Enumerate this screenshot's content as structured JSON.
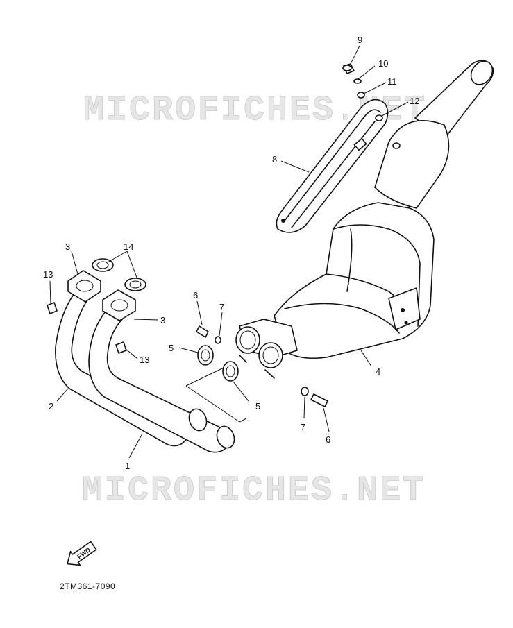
{
  "watermark": {
    "text": "MICROFICHES.NET"
  },
  "fwd_arrow": {
    "text": "FWD"
  },
  "drawing_code": "2TM361-7090",
  "callouts": [
    {
      "id": "c9",
      "text": "9"
    },
    {
      "id": "c10",
      "text": "10"
    },
    {
      "id": "c11",
      "text": "11"
    },
    {
      "id": "c12",
      "text": "12"
    },
    {
      "id": "c8",
      "text": "8"
    },
    {
      "id": "c3a",
      "text": "3"
    },
    {
      "id": "c14",
      "text": "14"
    },
    {
      "id": "c13a",
      "text": "13"
    },
    {
      "id": "c3b",
      "text": "3"
    },
    {
      "id": "c13b",
      "text": "13"
    },
    {
      "id": "c6a",
      "text": "6"
    },
    {
      "id": "c7a",
      "text": "7"
    },
    {
      "id": "c5a",
      "text": "5"
    },
    {
      "id": "c5b",
      "text": "5"
    },
    {
      "id": "c4",
      "text": "4"
    },
    {
      "id": "c2",
      "text": "2"
    },
    {
      "id": "c1",
      "text": "1"
    },
    {
      "id": "c7b",
      "text": "7"
    },
    {
      "id": "c6b",
      "text": "6"
    }
  ]
}
